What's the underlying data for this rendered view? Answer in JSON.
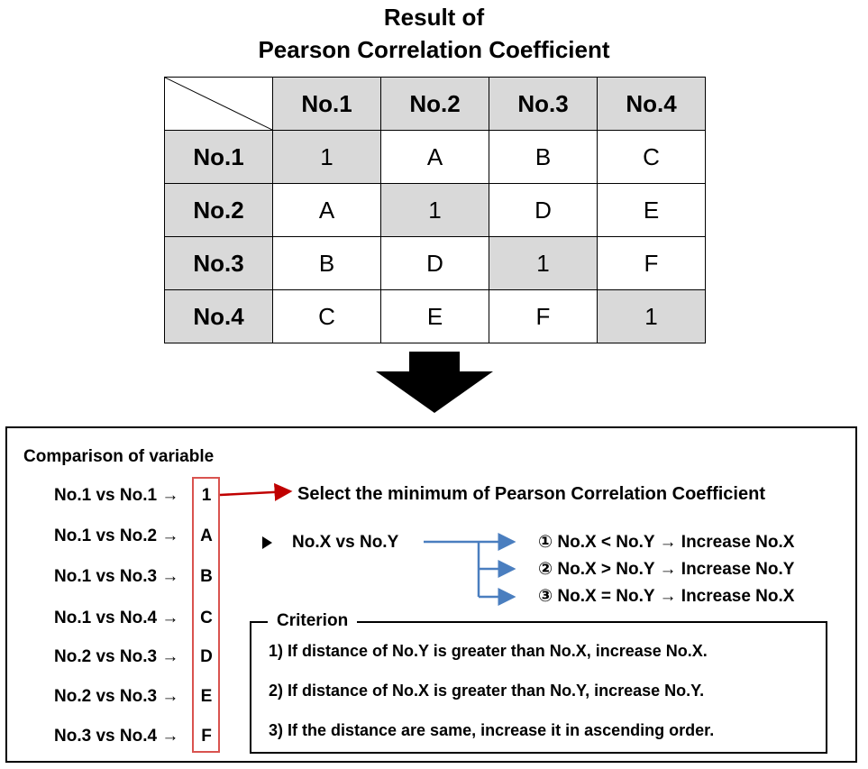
{
  "title": {
    "line1": "Result of",
    "line2": "Pearson Correlation Coefficient"
  },
  "table": {
    "headers": [
      "No.1",
      "No.2",
      "No.3",
      "No.4"
    ],
    "rows": [
      {
        "label": "No.1",
        "cells": [
          "1",
          "A",
          "B",
          "C"
        ]
      },
      {
        "label": "No.2",
        "cells": [
          "A",
          "1",
          "D",
          "E"
        ]
      },
      {
        "label": "No.3",
        "cells": [
          "B",
          "D",
          "1",
          "F"
        ]
      },
      {
        "label": "No.4",
        "cells": [
          "C",
          "E",
          "F",
          "1"
        ]
      }
    ]
  },
  "comparison": {
    "title": "Comparison of variable",
    "items": [
      {
        "pair": "No.1 vs No.1 →",
        "value": "1"
      },
      {
        "pair": "No.1 vs No.2 →",
        "value": "A"
      },
      {
        "pair": "No.1 vs No.3 →",
        "value": "B"
      },
      {
        "pair": "No.1 vs No.4 →",
        "value": "C"
      },
      {
        "pair": "No.2 vs No.3 →",
        "value": "D"
      },
      {
        "pair": "No.2 vs No.3 →",
        "value": "E"
      },
      {
        "pair": "No.3 vs No.4 →",
        "value": "F"
      }
    ]
  },
  "select_text": "Select the minimum of Pearson Correlation Coefficient",
  "rule": {
    "label": "No.X vs No.Y",
    "options": [
      "① No.X < No.Y → Increase No.X",
      "② No.X > No.Y → Increase No.Y",
      "③ No.X = No.Y → Increase No.X"
    ]
  },
  "criterion": {
    "label": "Criterion",
    "items": [
      "1)   If distance of No.Y is greater than No.X, increase No.X.",
      "2)   If distance of No.X is greater than No.Y, increase No.Y.",
      "3)   If the distance are same, increase it in ascending order."
    ]
  },
  "colors": {
    "red_box": "#d9534f",
    "red_arrow": "#c00000",
    "blue_arrow": "#4a7ebf",
    "header_fill": "#d9d9d9"
  }
}
